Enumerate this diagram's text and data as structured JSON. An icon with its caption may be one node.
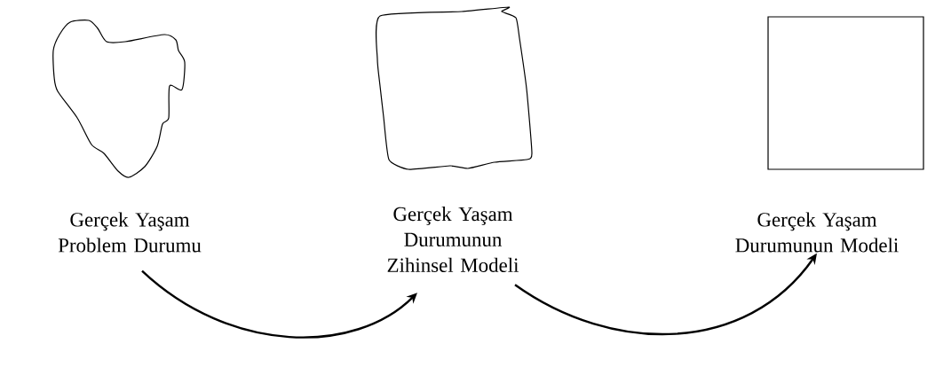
{
  "diagram": {
    "nodes": [
      {
        "text": [
          "Gerçek Yaşam Problem Durumu"
        ]
      },
      {
        "text": [
          "Gerçek Yaşam Durumunun Zihinsel Modeli"
        ]
      },
      {
        "text": [
          "Gerçek Yaşam Durumunun Modeli"
        ]
      }
    ],
    "edges": [
      {
        "from": 0,
        "to": 1,
        "arrow": "to"
      },
      {
        "from": 1,
        "to": 2,
        "arrow": "to"
      }
    ]
  }
}
